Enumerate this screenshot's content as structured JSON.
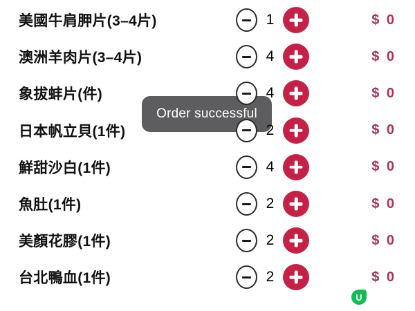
{
  "colors": {
    "accent": "#c52045",
    "price_text": "#ab3155",
    "toast_background": "#545456",
    "logo_green": "#0fbd54"
  },
  "toast": {
    "message": "Order successful"
  },
  "order_list": {
    "items": [
      {
        "name": "美國牛肩胛片(3–4片)",
        "quantity": "1",
        "price": "$ 0"
      },
      {
        "name": "澳洲羊肉片(3–4片)",
        "quantity": "4",
        "price": "$ 0"
      },
      {
        "name": "象拔蚌片(件)",
        "quantity": "4",
        "price": "$ 0"
      },
      {
        "name": "日本帆立貝(1件)",
        "quantity": "2",
        "price": "$ 0"
      },
      {
        "name": "鮮甜沙白(1件)",
        "quantity": "4",
        "price": "$ 0"
      },
      {
        "name": "魚肚(1件)",
        "quantity": "2",
        "price": "$ 0"
      },
      {
        "name": "美顏花膠(1件)",
        "quantity": "2",
        "price": "$ 0"
      },
      {
        "name": "台北鴨血(1件)",
        "quantity": "2",
        "price": "$ 0"
      }
    ]
  },
  "watermark": {
    "logo_letter": "U"
  }
}
